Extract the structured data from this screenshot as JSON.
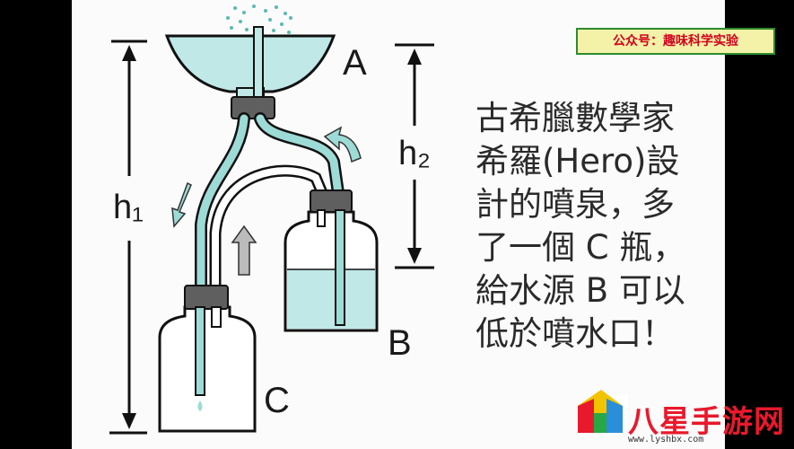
{
  "badge": {
    "text": "公众号：趣味科学实验"
  },
  "labels": {
    "a": "A",
    "b": "B",
    "c": "C",
    "h1": "h₁",
    "h2": "h₂"
  },
  "caption": {
    "lines": [
      "古希臘數學家",
      "希羅(Hero)設",
      "計的噴泉，多",
      "了一個 C 瓶，",
      "給水源 B 可以",
      "低於噴水口！"
    ]
  },
  "watermark": {
    "text": "八星手游网",
    "url": "www.lyshbx.com"
  },
  "colors": {
    "water": "#bfe8e6",
    "tube_water": "#9ddbd6",
    "outline": "#111111",
    "badge_text": "#d2001c",
    "badge_bg": "#f4f2a8",
    "badge_border": "#2e8b2e",
    "brand": "#e8192c"
  },
  "icons": [
    "arrow-up-icon",
    "arrow-down-icon",
    "curved-arrow-icon",
    "fountain-spray-icon",
    "logo-icon"
  ]
}
